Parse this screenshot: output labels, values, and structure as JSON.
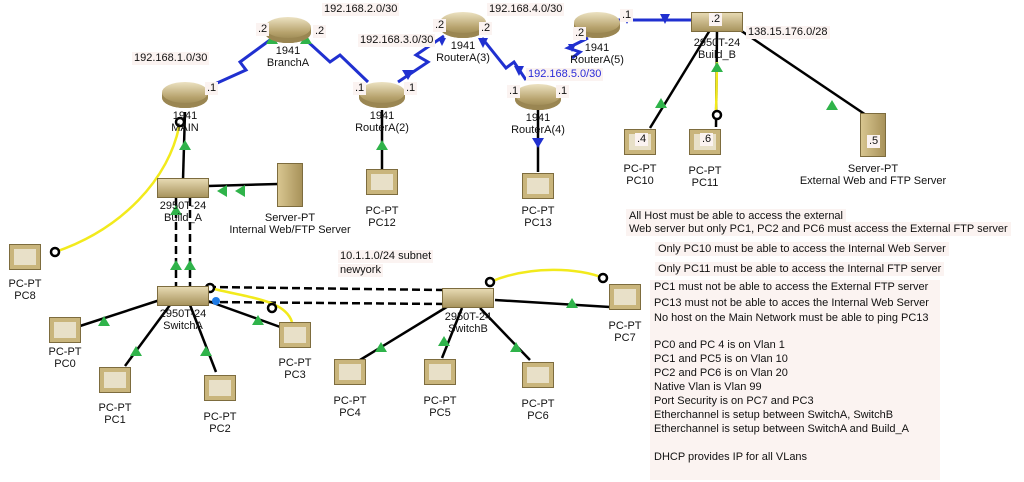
{
  "devices": [
    {
      "model": "1941",
      "name": "MAIN",
      "type": "router"
    },
    {
      "model": "1941",
      "name": "BranchA",
      "type": "router"
    },
    {
      "model": "1941",
      "name": "RouterA(2)",
      "type": "router"
    },
    {
      "model": "1941",
      "name": "RouterA(3)",
      "type": "router"
    },
    {
      "model": "1941",
      "name": "RouterA(4)",
      "type": "router"
    },
    {
      "model": "1941",
      "name": "RouterA(5)",
      "type": "router"
    },
    {
      "model": "2950T-24",
      "name": "Build_B",
      "type": "switch"
    },
    {
      "model": "2950T-24",
      "name": "Build_A",
      "type": "switch"
    },
    {
      "model": "2950T-24",
      "name": "SwitchA",
      "type": "switch"
    },
    {
      "model": "2950T-24",
      "name": "SwitchB",
      "type": "switch"
    },
    {
      "model": "Server-PT",
      "name": "Internal Web/FTP Server",
      "type": "server"
    },
    {
      "model": "Server-PT",
      "name": "External Web and FTP Server",
      "type": "server"
    },
    {
      "model": "PC-PT",
      "name": "PC0",
      "type": "pc"
    },
    {
      "model": "PC-PT",
      "name": "PC1",
      "type": "pc"
    },
    {
      "model": "PC-PT",
      "name": "PC2",
      "type": "pc"
    },
    {
      "model": "PC-PT",
      "name": "PC3",
      "type": "pc"
    },
    {
      "model": "PC-PT",
      "name": "PC4",
      "type": "pc"
    },
    {
      "model": "PC-PT",
      "name": "PC5",
      "type": "pc"
    },
    {
      "model": "PC-PT",
      "name": "PC6",
      "type": "pc"
    },
    {
      "model": "PC-PT",
      "name": "PC7",
      "type": "pc"
    },
    {
      "model": "PC-PT",
      "name": "PC8",
      "type": "pc"
    },
    {
      "model": "PC-PT",
      "name": "PC10",
      "type": "pc"
    },
    {
      "model": "PC-PT",
      "name": "PC11",
      "type": "pc"
    },
    {
      "model": "PC-PT",
      "name": "PC12",
      "type": "pc"
    },
    {
      "model": "PC-PT",
      "name": "PC13",
      "type": "pc"
    }
  ],
  "networks": {
    "n1": "192.168.1.0/30",
    "n2": "192.168.2.0/30",
    "n3": "192.168.3.0/30",
    "n4": "192.168.4.0/30",
    "n5": "192.168.5.0/30",
    "ext": "138.15.176.0/28",
    "lan": "10.1.1.0/24 subnet",
    "lan_name": "newyork"
  },
  "interfaces": {
    "one": ".1",
    "two": ".2",
    "four": ".4",
    "five": ".5",
    "six": ".6"
  },
  "notes": [
    "All Host must be able to access the external",
    "Web server but only PC1, PC2 and PC6 must access the External FTP server",
    "Only PC10 must be able to access the Internal Web Server",
    "Only PC11 must be able to access the Internal FTP server",
    "PC1 must not be able to access the External FTP server",
    "PC13 must not be able to acces the Internal Web Server",
    "No host on the Main Network must be able to ping PC13",
    "PC0 and PC 4 is on Vlan 1",
    "PC1 and PC5 is on Vlan 10",
    "PC2 and PC6 is on Vlan 20",
    "Native Vlan is Vlan 99",
    "Port Security is on PC7 and PC3",
    "Etherchannel is setup between SwitchA, SwitchB",
    "Etherchannel is setup between SwitchA and Build_A",
    "DHCP provides IP for all VLans"
  ],
  "colors": {
    "serial": "#2030d0",
    "ethernet": "#000000",
    "console": "#f2ea1c",
    "link_up": "#2fb34a",
    "notes_bg": "#fbf3f1"
  }
}
